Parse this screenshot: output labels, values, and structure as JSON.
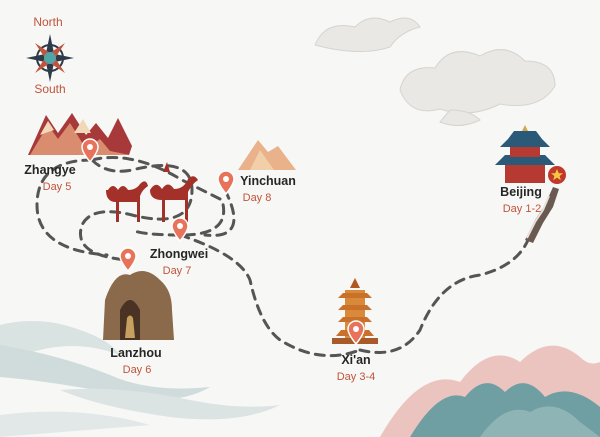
{
  "compass": {
    "north_label": "North",
    "south_label": "South"
  },
  "cities": [
    {
      "name": "Zhangye",
      "day": "Day 5"
    },
    {
      "name": "Yinchuan",
      "day": "Day 8"
    },
    {
      "name": "Zhongwei",
      "day": "Day 7"
    },
    {
      "name": "Lanzhou",
      "day": "Day 6"
    },
    {
      "name": "Xi'an",
      "day": "Day 3-4"
    },
    {
      "name": "Beijing",
      "day": "Day 1-2"
    }
  ],
  "colors": {
    "route": "#555555",
    "marker": "#e8735a",
    "day_text": "#c0543c",
    "city_text": "#262626",
    "mountain_teal": "#6f9ea3",
    "mountain_pink": "#e9b6b2",
    "cloud": "#e9e8e4"
  },
  "icons": [
    "compass-icon",
    "mountain-icon",
    "camel-icon",
    "cave-icon",
    "pagoda-icon",
    "temple-icon",
    "great-wall-icon",
    "location-pin-icon",
    "cloud-icon"
  ]
}
